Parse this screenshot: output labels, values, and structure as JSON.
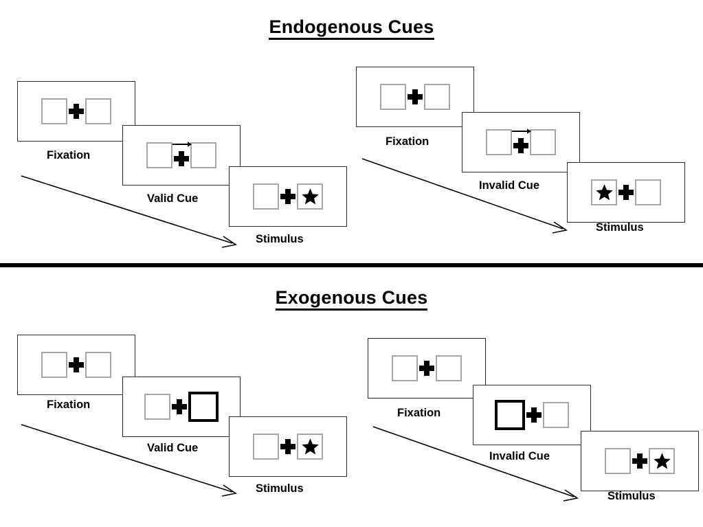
{
  "sections": [
    {
      "id": "endogenous",
      "title": "Endogenous Cues",
      "sequences": [
        {
          "id": "endogenous-valid",
          "frames": [
            {
              "label": "Fixation",
              "cue": "none",
              "left_box": "empty",
              "right_box": "empty"
            },
            {
              "label": "Valid Cue",
              "cue": "arrow-right",
              "left_box": "empty",
              "right_box": "empty"
            },
            {
              "label": "Stimulus",
              "cue": "none",
              "left_box": "empty",
              "right_box": "star"
            }
          ]
        },
        {
          "id": "endogenous-invalid",
          "frames": [
            {
              "label": "Fixation",
              "cue": "none",
              "left_box": "empty",
              "right_box": "empty"
            },
            {
              "label": "Invalid Cue",
              "cue": "arrow-right",
              "left_box": "empty",
              "right_box": "empty"
            },
            {
              "label": "Stimulus",
              "cue": "none",
              "left_box": "star",
              "right_box": "empty"
            }
          ]
        }
      ]
    },
    {
      "id": "exogenous",
      "title": "Exogenous Cues",
      "sequences": [
        {
          "id": "exogenous-valid",
          "frames": [
            {
              "label": "Fixation",
              "cue": "none",
              "left_box": "empty",
              "right_box": "empty"
            },
            {
              "label": "Valid Cue",
              "cue": "none",
              "left_box": "empty",
              "right_box": "cued"
            },
            {
              "label": "Stimulus",
              "cue": "none",
              "left_box": "empty",
              "right_box": "star"
            }
          ]
        },
        {
          "id": "exogenous-invalid",
          "frames": [
            {
              "label": "Fixation",
              "cue": "none",
              "left_box": "empty",
              "right_box": "empty"
            },
            {
              "label": "Invalid Cue",
              "cue": "none",
              "left_box": "cued",
              "right_box": "empty"
            },
            {
              "label": "Stimulus",
              "cue": "none",
              "left_box": "empty",
              "right_box": "star"
            }
          ]
        }
      ]
    }
  ],
  "icons": {
    "star": "star-icon",
    "fixation_cross": "fixation-cross-icon",
    "cue_arrow": "arrow-right-icon",
    "flow_arrow": "time-flow-arrow-icon"
  },
  "colors": {
    "box_border": "#a6a6a6",
    "cued_box_border": "#000000",
    "panel_border": "#2b2b2b",
    "ink": "#000000",
    "background": "#ffffff"
  }
}
